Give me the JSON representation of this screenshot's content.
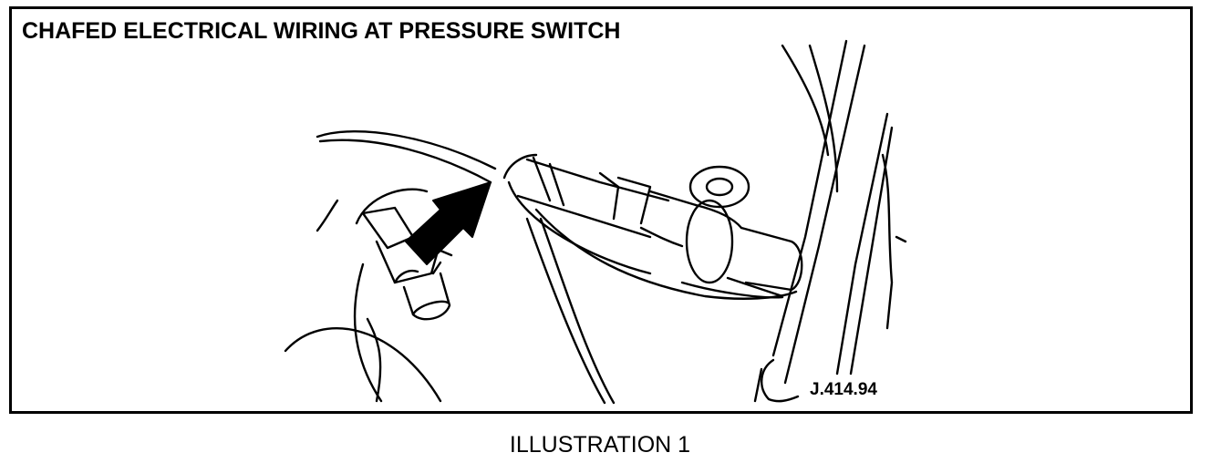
{
  "figure": {
    "title": "CHAFED ELECTRICAL WIRING AT PRESSURE SWITCH",
    "reference_code": "J.414.94",
    "caption": "ILLUSTRATION 1"
  }
}
